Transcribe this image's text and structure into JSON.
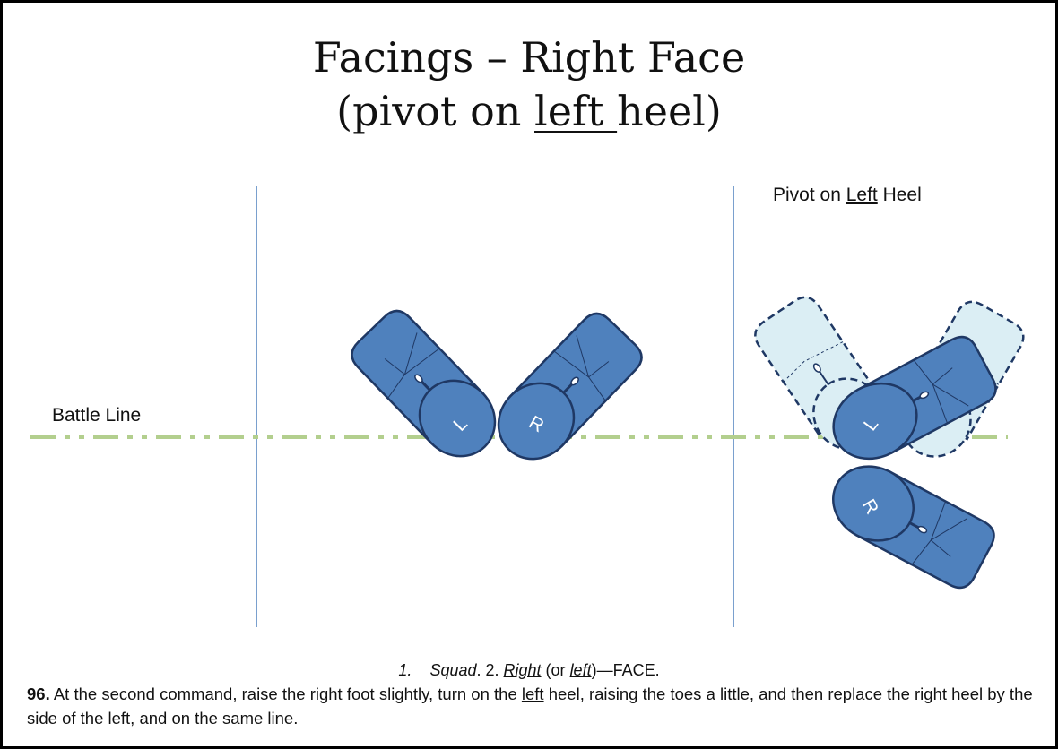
{
  "title": {
    "line1": "Facings – Right Face",
    "line2_prefix": "(pivot on ",
    "line2_underlined": "left ",
    "line2_suffix": "heel)"
  },
  "pivot_label": {
    "prefix": "Pivot on ",
    "underlined": "Left",
    "suffix": " Heel"
  },
  "battle_line_label": "Battle Line",
  "feet_letters": {
    "left": "L",
    "right": "R"
  },
  "caption": {
    "n1": "1.",
    "squad": "Squad",
    "n2": ". 2. ",
    "right": "Right",
    "or_open": " (or ",
    "left": "left",
    "face": ")—FACE."
  },
  "paragraph": {
    "number": "96.",
    "text_a": " At the second command, raise the right foot slightly, turn on the ",
    "underlined": "left",
    "text_b": " heel, raising the toes a little, and then replace the right heel by the side of the left, and on the same line."
  },
  "colors": {
    "foot_fill": "#4f81bd",
    "foot_stroke": "#1f3864",
    "ghost_fill": "#dbeef4",
    "battle_line": "#b3cf8e",
    "divider": "#4f81bd"
  }
}
